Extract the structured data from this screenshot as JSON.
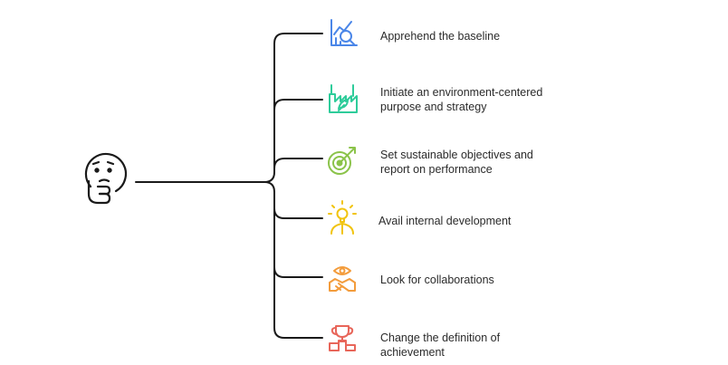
{
  "center": {
    "icon": "thinking-face-icon"
  },
  "items": [
    {
      "label": "Apprehend the baseline",
      "icon": "chart-magnifier-icon",
      "color": "#4a86e8"
    },
    {
      "label": "Initiate an environment-centered purpose and strategy",
      "icon": "eco-factory-icon",
      "color": "#2ecc9a"
    },
    {
      "label": "Set sustainable objectives and report on performance",
      "icon": "target-arrow-icon",
      "color": "#8bc34a"
    },
    {
      "label": "Avail internal development",
      "icon": "idea-person-icon",
      "color": "#f1c40f"
    },
    {
      "label": "Look for collaborations",
      "icon": "handshake-eye-icon",
      "color": "#f39c3c"
    },
    {
      "label": "Change the definition of achievement",
      "icon": "trophy-podium-icon",
      "color": "#e8665a"
    }
  ]
}
